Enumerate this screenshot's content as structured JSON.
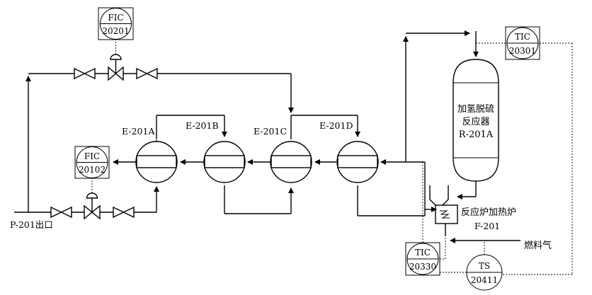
{
  "instruments": {
    "fic_20201": {
      "top": "FIC",
      "bottom": "20201"
    },
    "fic_20102": {
      "top": "FIC",
      "bottom": "20102"
    },
    "tic_20301": {
      "top": "TIC",
      "bottom": "20301"
    },
    "tic_20330": {
      "top": "TIC",
      "bottom": "20330"
    },
    "ts_20411": {
      "top": "TS",
      "bottom": "20411"
    }
  },
  "exchangers": {
    "e201a": "E-201A",
    "e201b": "E-201B",
    "e201c": "E-201C",
    "e201d": "E-201D"
  },
  "reactor": {
    "line1": "加氢脱硫",
    "line2": "反应器",
    "line3": "R-201A"
  },
  "furnace": {
    "line1": "反应炉加热炉",
    "line2": "F-201"
  },
  "streams": {
    "inlet": "P-201出口",
    "fuel_gas": "燃料气"
  }
}
